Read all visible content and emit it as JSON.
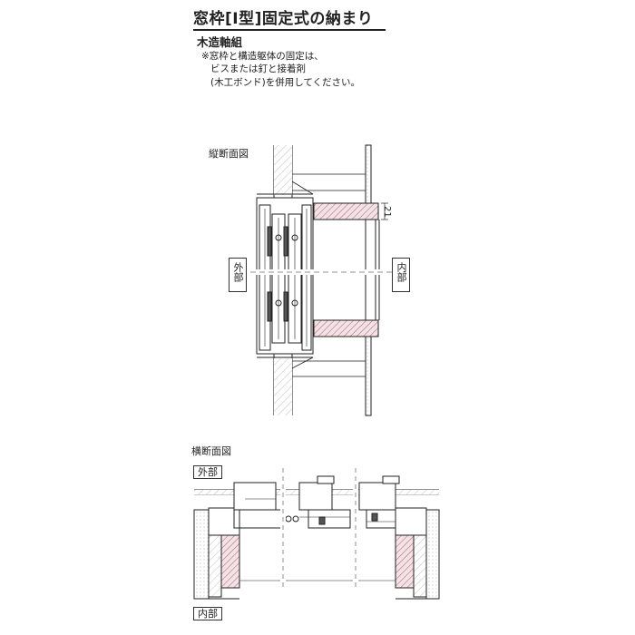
{
  "header": {
    "title": "窓枠[I型]固定式の納まり",
    "subtitle": "木造軸組"
  },
  "notes": [
    "※窓枠と構造躯体の固定は、",
    "ビスまたは釘と接着剤",
    "(木工ボンド)を併用してください。"
  ],
  "vertical_section": {
    "label": "縦断面図",
    "outside_label": "外部",
    "inside_label": "内部",
    "dimension": "21"
  },
  "horizontal_section": {
    "label": "横断面図",
    "outside_label": "外部",
    "inside_label": "内部"
  }
}
